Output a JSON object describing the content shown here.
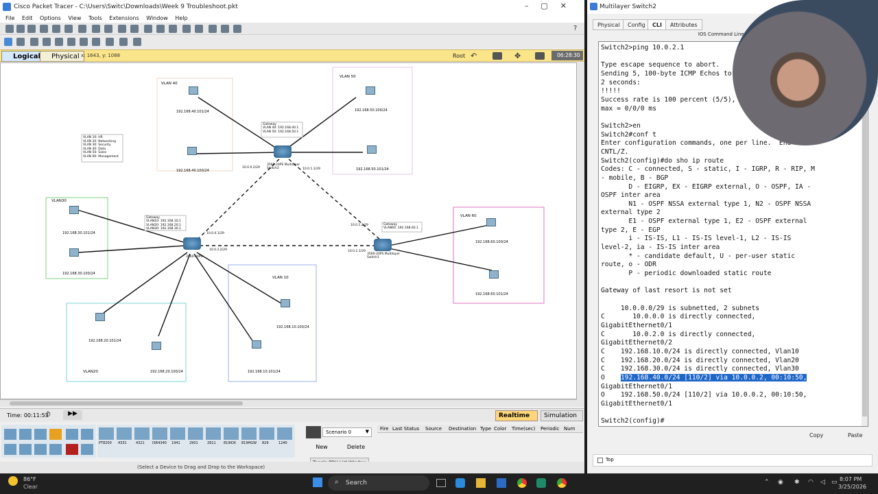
{
  "pt": {
    "title": "Cisco Packet Tracer - C:\\Users\\Switc\\Downloads\\Week 9 Troubleshoot.pkt",
    "menu": [
      "File",
      "Edit",
      "Options",
      "View",
      "Tools",
      "Extensions",
      "Window",
      "Help"
    ],
    "tab_logical": "Logical",
    "tab_physical": "Physical",
    "coords": "x: 1643, y: 1088",
    "root": "Root",
    "clock": "06:28:30",
    "time_label": "Time: 00:11:53",
    "realtime": "Realtime",
    "simulation": "Simulation",
    "scenario": "Scenario 0",
    "pdu_cols": [
      "Fire",
      "Last Status",
      "Source",
      "Destination",
      "Type",
      "Color",
      "Time(sec)",
      "Periodic",
      "Num"
    ],
    "new_btn": "New",
    "delete_btn": "Delete",
    "toggle_pdu": "Toggle PDU List Window",
    "status_hint": "(Select a Device to Drag and Drop to the Workspace)",
    "device_models": [
      "PT8200",
      "4331",
      "4321",
      "ISR4340",
      "1941",
      "2901",
      "2911",
      "819IOX",
      "819HGW",
      "829",
      "1240"
    ],
    "topology": {
      "vlan_labels": [
        "VLAN 40",
        "VLAN 50",
        "VLAN30",
        "VLAN 60",
        "VLAN 10",
        "VLAN20"
      ],
      "legend": [
        "VLAN 10: HR",
        "VLAN 20: Networking",
        "VLAN 30: Security",
        "VLAN 40: Data",
        "VLAN 50: Sales",
        "VLAN 60: Management"
      ],
      "ips": [
        "192.168.40.101/24",
        "192.168.40.100/24",
        "192.168.50.100/24",
        "192.168.50.101/24",
        "192.168.30.101/24",
        "192.168.30.100/24",
        "192.168.60.100/24",
        "192.168.60.101/24",
        "192.168.20.101/24",
        "192.168.20.100/24",
        "192.168.10.100/24",
        "192.168.10.101/24"
      ],
      "ms2_note": [
        "Gateway",
        "VLAN 40: 192.168.40.1",
        "VLAN 50: 192.168.50.1"
      ],
      "ms1_note": [
        "Gateway",
        "VLAN10: 192.168.10.1",
        "VLAN20: 192.168.20.1",
        "VLAN30: 192.168.30.1"
      ],
      "ms3_note": [
        "Gateway",
        "VLAN60: 192.168.60.1"
      ],
      "links": [
        "10.0.0.2/29",
        "10.0.1.1/29",
        "10.0.0.1/29",
        "10.0.2.2/29",
        "10.0.1.2/29",
        "10.0.2.1/29"
      ],
      "switch_names": [
        "3560-24PS Multilayer Switch2",
        "3560-24PS",
        "3560-24PS Multilayer Switch1"
      ]
    }
  },
  "switch": {
    "title": "Multilayer Switch2",
    "tabs": [
      "Physical",
      "Config",
      "CLI",
      "Attributes"
    ],
    "ios_header": "IOS Command Line Interface",
    "cli_lines": [
      "Switch2>ping 10.0.2.1",
      "",
      "Type escape sequence to abort.",
      "Sending 5, 100-byte ICMP Echos to 10.0.2.1, timeout is",
      "2 seconds:",
      "!!!!!",
      "Success rate is 100 percent (5/5), round-trip min/avg/",
      "max = 0/0/0 ms",
      "",
      "Switch2>en",
      "Switch2#conf t",
      "Enter configuration commands, one per line.  End with",
      "CNTL/Z.",
      "Switch2(config)#do sho ip route",
      "Codes: C - connected, S - static, I - IGRP, R - RIP, M",
      "- mobile, B - BGP",
      "       D - EIGRP, EX - EIGRP external, O - OSPF, IA -",
      "OSPF inter area",
      "       N1 - OSPF NSSA external type 1, N2 - OSPF NSSA",
      "external type 2",
      "       E1 - OSPF external type 1, E2 - OSPF external",
      "type 2, E - EGP",
      "       i - IS-IS, L1 - IS-IS level-1, L2 - IS-IS",
      "level-2, ia - IS-IS inter area",
      "       * - candidate default, U - per-user static",
      "route, o - ODR",
      "       P - periodic downloaded static route",
      "",
      "Gateway of last resort is not set",
      "",
      "     10.0.0.0/29 is subnetted, 2 subnets",
      "C       10.0.0.0 is directly connected,",
      "GigabitEthernet0/1",
      "C       10.0.2.0 is directly connected,",
      "GigabitEthernet0/2",
      "C    192.168.10.0/24 is directly connected, Vlan10",
      "C    192.168.20.0/24 is directly connected, Vlan20",
      "C    192.168.30.0/24 is directly connected, Vlan30",
      "O    192.168.40.0/24 [110/2] via 10.0.0.2, 00:10:50,",
      "GigabitEthernet0/1",
      "O    192.168.50.0/24 [110/2] via 10.0.0.2, 00:10:50,",
      "GigabitEthernet0/1",
      "",
      "Switch2(config)#"
    ],
    "copy_btn": "Copy",
    "paste_btn": "Paste",
    "top_checkbox": "Top"
  },
  "taskbar": {
    "weather_temp": "86°F",
    "weather_desc": "Clear",
    "search": "Search",
    "time": "8:07 PM",
    "date": "3/25/2026"
  }
}
